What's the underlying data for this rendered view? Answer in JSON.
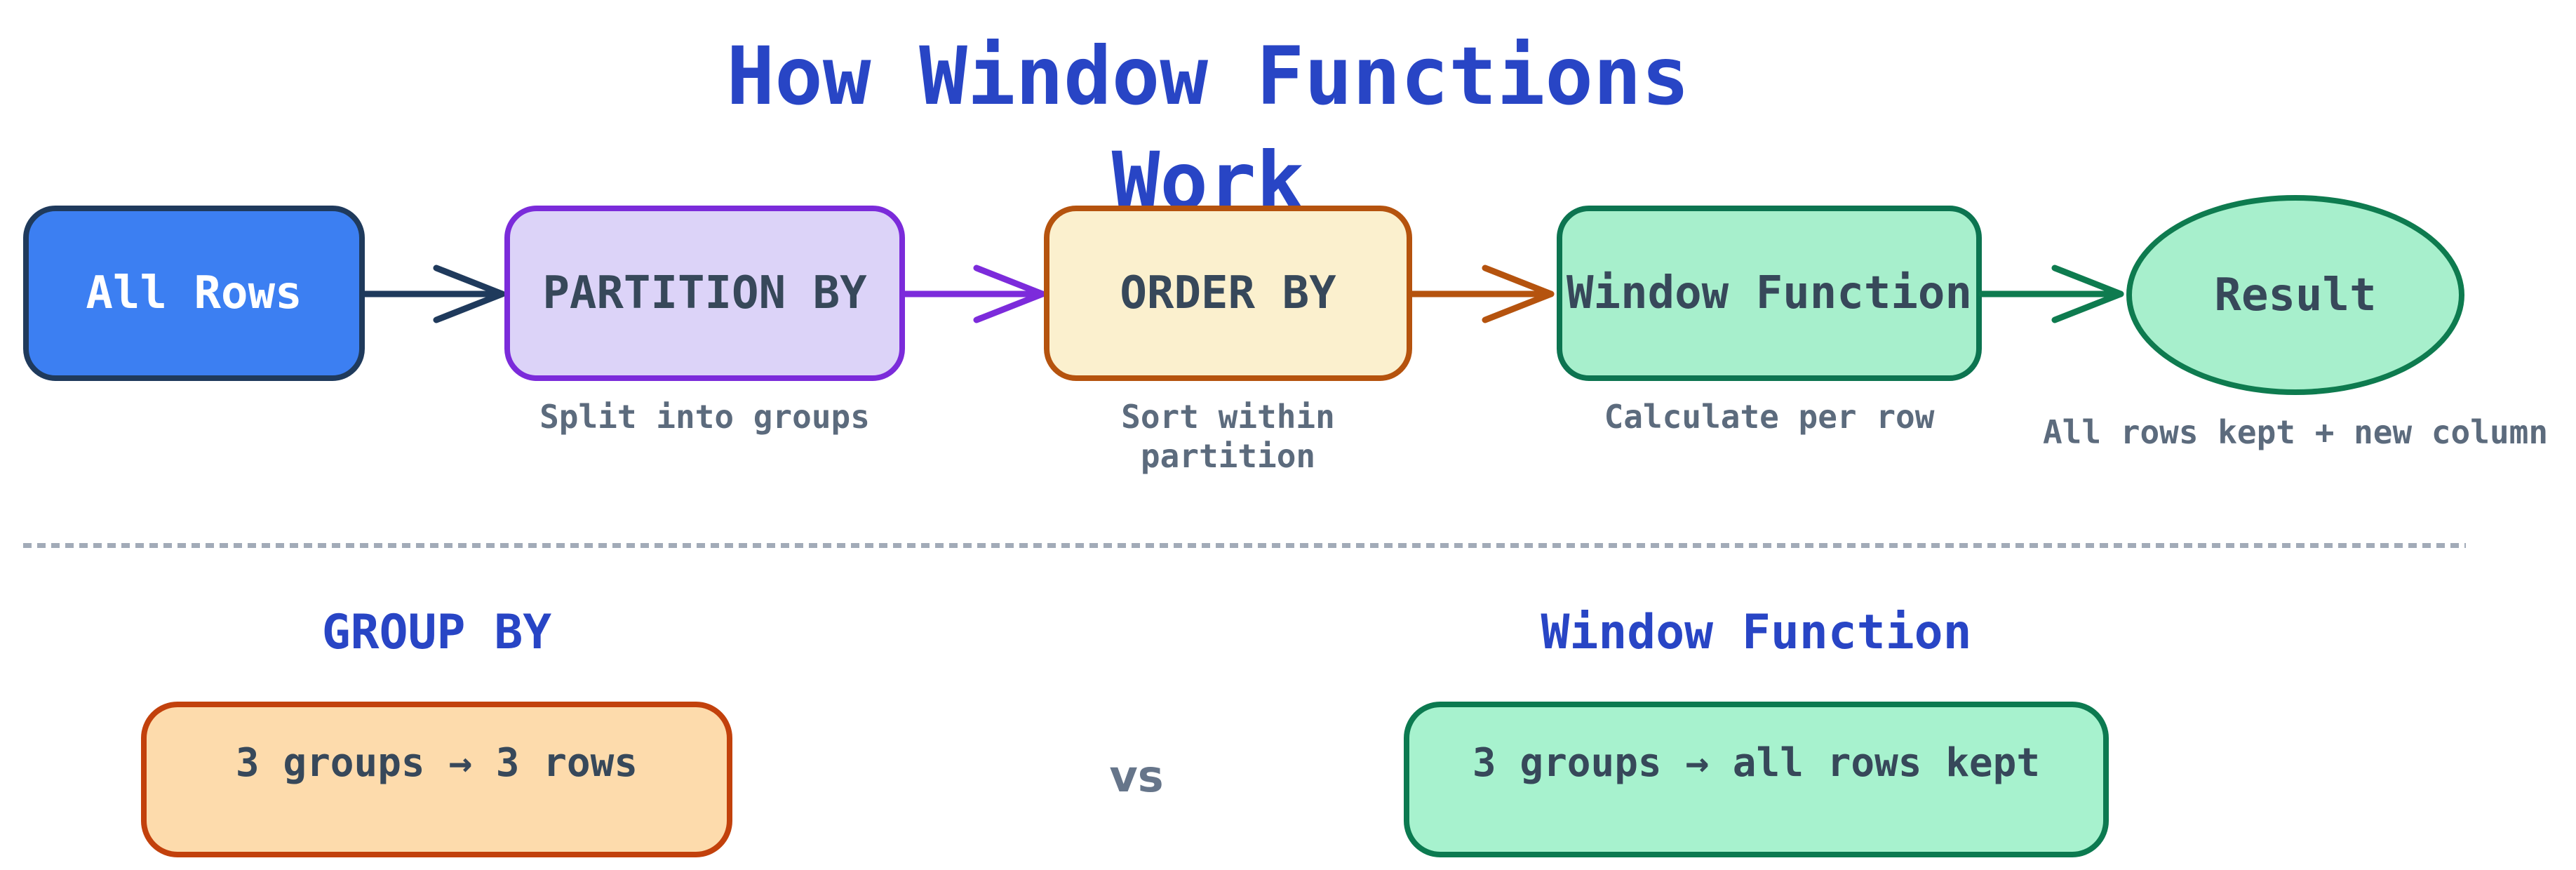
{
  "title": "How Window Functions Work",
  "flow": {
    "nodes": [
      {
        "label": "All Rows",
        "caption": ""
      },
      {
        "label": "PARTITION BY",
        "caption": "Split into groups"
      },
      {
        "label": "ORDER BY",
        "caption": "Sort within partition"
      },
      {
        "label": "Window Function",
        "caption": "Calculate per row"
      },
      {
        "label": "Result",
        "caption": "All rows kept + new column"
      }
    ],
    "arrow_colors": [
      "#1F3A5C",
      "#7C2BDB",
      "#B5530E",
      "#0E7B4F"
    ]
  },
  "comparison": {
    "left": {
      "heading": "GROUP BY",
      "box_text": "3 groups → 3 rows"
    },
    "vs_label": "vs",
    "right": {
      "heading": "Window Function",
      "box_text": "3 groups → all rows kept"
    }
  },
  "colors": {
    "background": "#FFFFFF",
    "title_blue": "#2845C5",
    "caption_gray": "#5C6B7D",
    "node_text": "#37485A",
    "divider_gray": "#A2ABB8",
    "all_rows_fill": "#3C7FF2",
    "all_rows_border": "#1F3A5C",
    "partition_fill": "#DCD3F8",
    "partition_border": "#7B2BDA",
    "order_fill": "#FBF0CE",
    "order_border": "#B5530E",
    "window_fill": "#A7EFCC",
    "window_border": "#0C7450",
    "result_fill": "#A7EFCC",
    "result_border": "#0E7B4F",
    "groupby_fill": "#FDDBAC",
    "groupby_border": "#C2410C",
    "winfunc_fill": "#A7F2CE",
    "winfunc_border": "#0C7A50",
    "vs_gray": "#66758A"
  }
}
